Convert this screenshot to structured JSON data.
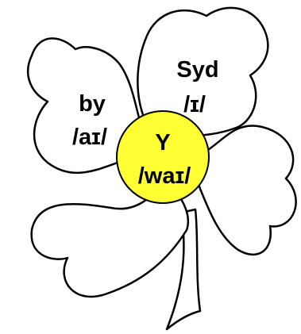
{
  "diagram": {
    "center": {
      "word": "Y",
      "ipa": "/waɪ/",
      "color": "#ffff33"
    },
    "petals": [
      {
        "word": "by",
        "ipa": "/aɪ/"
      },
      {
        "word": "Syd",
        "ipa": "/ɪ/"
      }
    ],
    "outline_color": "#000000",
    "petal_fill": "#ffffff"
  }
}
